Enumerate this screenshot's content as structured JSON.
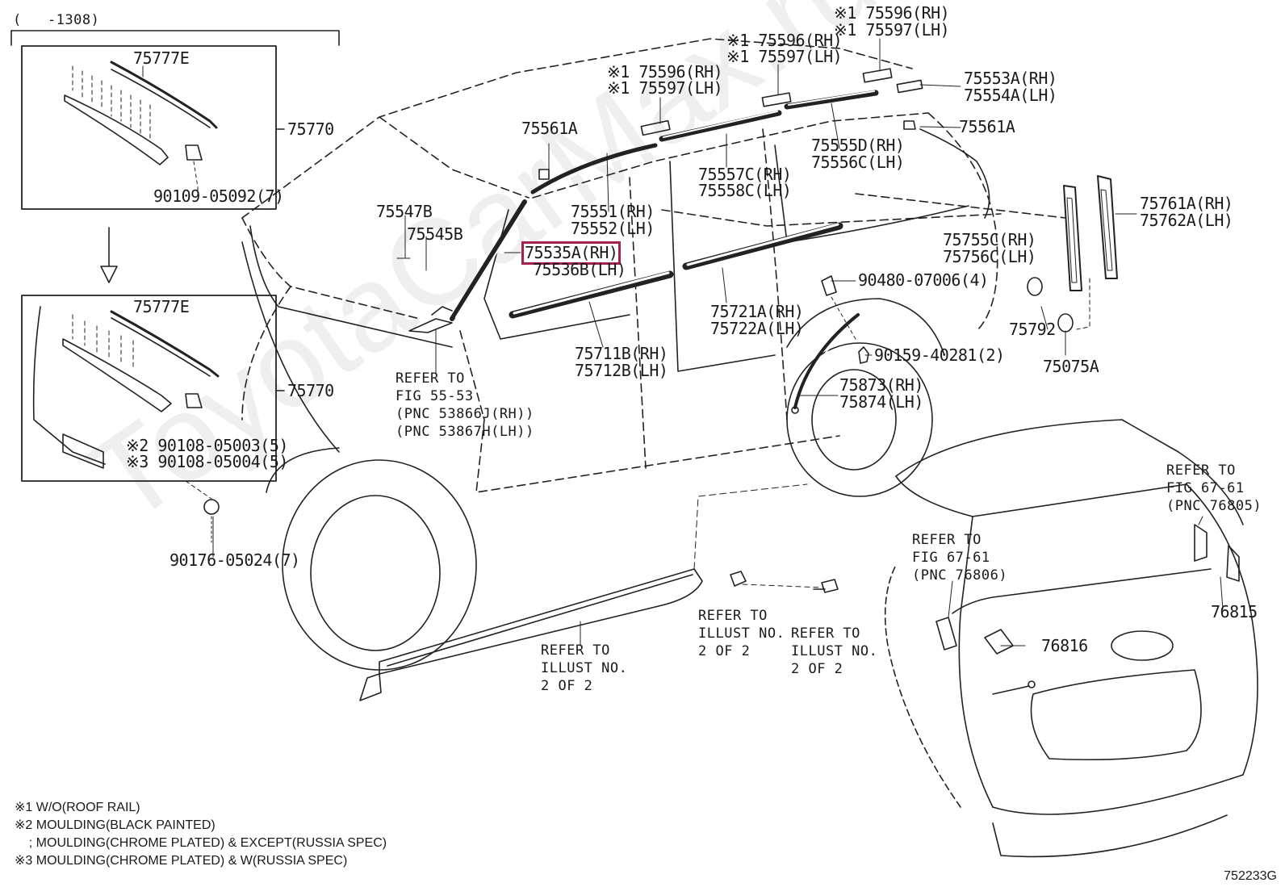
{
  "diagram": {
    "range_label": "(   -1308)",
    "watermark": "ToyotaCarMax.ru",
    "figure_code": "752233G",
    "selected_part": "75535A(RH)",
    "part_labels": [
      "75777E",
      "75770",
      "90109-05092(7)",
      "75777E",
      "75770",
      "※2 90108-05003(5)",
      "※3 90108-05004(5)",
      "90176-05024(7)",
      "75547B",
      "75545B",
      "75561A",
      "※1 75596(RH)",
      "※1 75597(LH)",
      "75551(RH)",
      "75552(LH)",
      "75535A(RH)",
      "75536B(LH)",
      "75557C(RH)",
      "75558C(LH)",
      "※1 75596(RH)",
      "※1 75597(LH)",
      "※1 75596(RH)",
      "※1 75597(LH)",
      "75553A(RH)",
      "75554A(LH)",
      "75561A",
      "75555D(RH)",
      "75556C(LH)",
      "75761A(RH)",
      "75762A(LH)",
      "75755C(RH)",
      "75756C(LH)",
      "90480-07006(4)",
      "75792",
      "75075A",
      "90159-40281(2)",
      "75721A(RH)",
      "75722A(LH)",
      "75711B(RH)",
      "75712B(LH)",
      "75873(RH)",
      "75874(LH)",
      "76815",
      "76816"
    ],
    "references": [
      "REFER TO\nFIG 55-53\n(PNC 53866J(RH))\n(PNC 53867H(LH))",
      "REFER TO\nILLUST NO.\n2 OF 2",
      "REFER TO\nILLUST NO.\n2 OF 2",
      "REFER TO\nILLUST NO.\n2 OF 2",
      "REFER TO\nFIG 67-61\n(PNC 76806)",
      "REFER TO\nFIG 67-61\n(PNC 76805)"
    ],
    "notes": [
      "※1 W/O(ROOF RAIL)",
      "※2 MOULDING(BLACK PAINTED)",
      "    ; MOULDING(CHROME PLATED) & EXCEPT(RUSSIA SPEC)",
      "※3 MOULDING(CHROME PLATED) & W(RUSSIA SPEC)"
    ]
  }
}
